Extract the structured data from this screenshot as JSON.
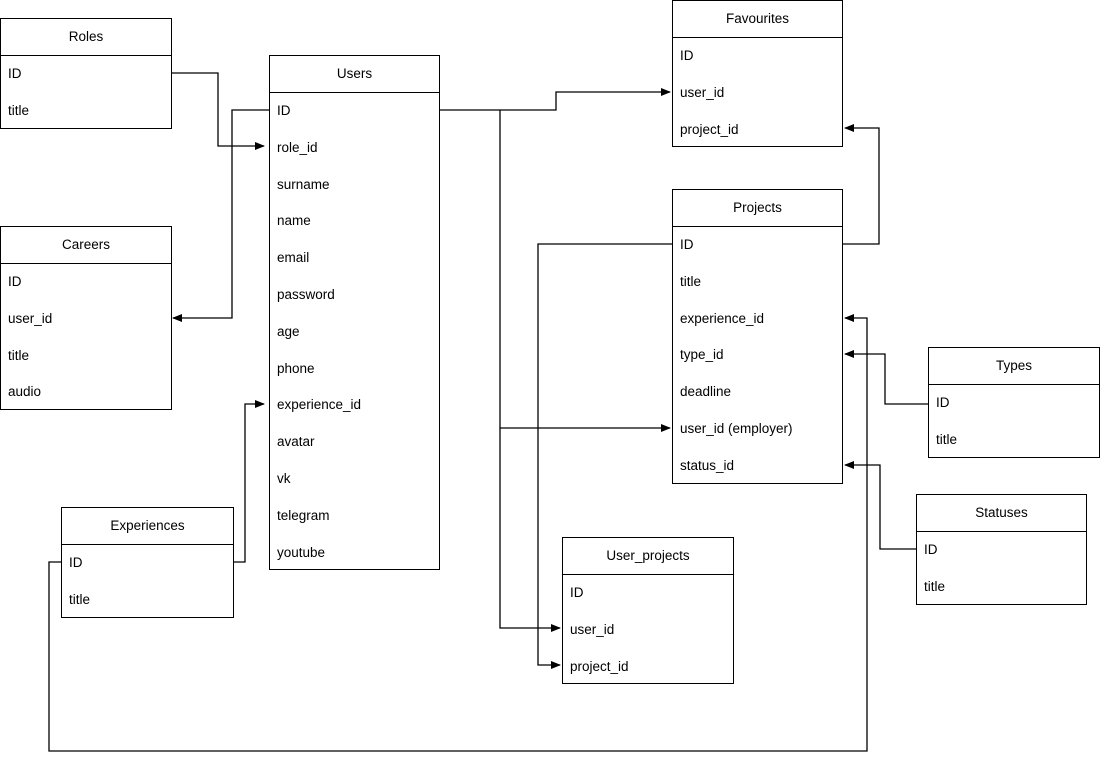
{
  "diagram": {
    "type": "er-diagram",
    "colors": {
      "background": "#ffffff",
      "line": "#000000",
      "text": "#000000"
    },
    "entities": [
      {
        "id": "roles",
        "title": "Roles",
        "fields": [
          "ID",
          "title"
        ]
      },
      {
        "id": "users",
        "title": "Users",
        "fields": [
          "ID",
          "role_id",
          "surname",
          "name",
          "email",
          "password",
          "age",
          "phone",
          "experience_id",
          "avatar",
          "vk",
          "telegram",
          "youtube"
        ]
      },
      {
        "id": "careers",
        "title": "Careers",
        "fields": [
          "ID",
          "user_id",
          "title",
          "audio"
        ]
      },
      {
        "id": "experiences",
        "title": "Experiences",
        "fields": [
          "ID",
          "title"
        ]
      },
      {
        "id": "favourites",
        "title": "Favourites",
        "fields": [
          "ID",
          "user_id",
          "project_id"
        ]
      },
      {
        "id": "projects",
        "title": "Projects",
        "fields": [
          "ID",
          "title",
          "experience_id",
          "type_id",
          "deadline",
          "user_id (employer)",
          "status_id"
        ]
      },
      {
        "id": "types",
        "title": "Types",
        "fields": [
          "ID",
          "title"
        ]
      },
      {
        "id": "statuses",
        "title": "Statuses",
        "fields": [
          "ID",
          "title"
        ]
      },
      {
        "id": "user_projects",
        "title": "User_projects",
        "fields": [
          "ID",
          "user_id",
          "project_id"
        ]
      }
    ],
    "relations": [
      {
        "from": "roles.ID",
        "to": "users.role_id"
      },
      {
        "from": "users.ID",
        "to": "careers.user_id"
      },
      {
        "from": "users.ID",
        "to": "favourites.user_id"
      },
      {
        "from": "users.ID",
        "to": "projects.user_id (employer)"
      },
      {
        "from": "users.ID",
        "to": "user_projects.user_id"
      },
      {
        "from": "projects.ID",
        "to": "favourites.project_id"
      },
      {
        "from": "projects.ID",
        "to": "user_projects.project_id"
      },
      {
        "from": "experiences.ID",
        "to": "users.experience_id"
      },
      {
        "from": "experiences.ID",
        "to": "projects.experience_id"
      },
      {
        "from": "types.ID",
        "to": "projects.type_id"
      },
      {
        "from": "statuses.ID",
        "to": "projects.status_id"
      }
    ]
  }
}
